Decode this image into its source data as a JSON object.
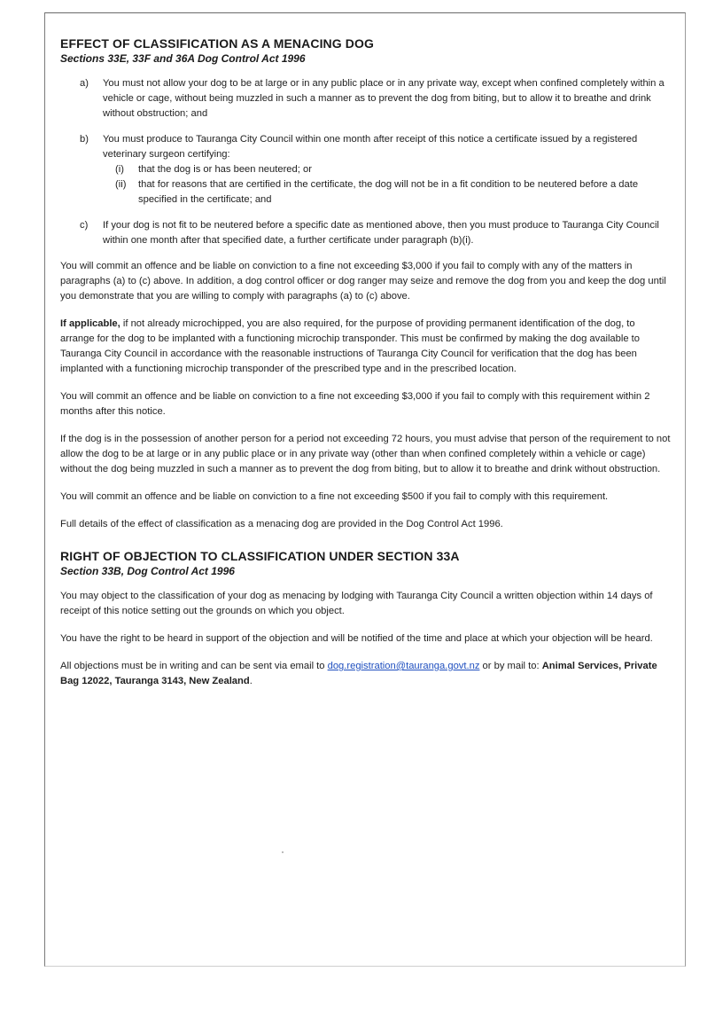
{
  "section1": {
    "heading": "EFFECT OF CLASSIFICATION AS A MENACING DOG",
    "subheading": "Sections 33E, 33F and 36A Dog Control Act 1996",
    "items": [
      {
        "marker": "a)",
        "text": "You must not allow your dog to be at large or in any public place or in any private way, except when confined completely within a vehicle or cage, without being muzzled in such a manner as to prevent the dog from biting, but to allow it to breathe and drink without obstruction; and"
      },
      {
        "marker": "b)",
        "text": "You must produce to Tauranga City Council within one month after receipt of this notice a certificate issued by a registered veterinary surgeon certifying:",
        "subitems": [
          {
            "marker": "(i)",
            "text": "that the dog is or has been neutered; or"
          },
          {
            "marker": "(ii)",
            "text": "that for reasons that are certified in the certificate, the dog will not be in a fit condition to be neutered before a date specified in the certificate; and"
          }
        ]
      },
      {
        "marker": "c)",
        "text": "If your dog is not fit to be neutered before a specific date as mentioned above, then you must produce to Tauranga City Council within one month after that specified date, a further certificate under paragraph (b)(i)."
      }
    ],
    "para_offence_1": "You will commit an offence and be liable on conviction to a fine not exceeding $3,000 if you fail to comply with any of the matters in paragraphs (a) to (c) above. In addition, a dog control officer or dog ranger may seize and remove the dog from you and keep the dog until you demonstrate that you are willing to comply with paragraphs (a) to (c) above.",
    "para_microchip_lead": "If applicable,",
    "para_microchip_rest": " if not already microchipped, you are also required, for the purpose of providing permanent identification of the dog, to arrange for the dog to be implanted with a functioning microchip transponder. This must be confirmed by making the dog available to Tauranga City Council in accordance with the reasonable instructions of Tauranga City Council for verification that the dog has been implanted with a functioning microchip transponder of the prescribed type and in the prescribed location.",
    "para_offence_2": "You will commit an offence and be liable on conviction to a fine not exceeding $3,000 if you fail to comply with this requirement within 2 months after this notice.",
    "para_possession": "If the dog is in the possession of another person for a period not exceeding 72 hours, you must advise that person of the requirement to not allow the dog to be at large or in any public place or in any private way (other than when confined completely within a vehicle or cage) without the dog being muzzled in such a manner as to prevent the dog from biting, but to allow it to breathe and drink without obstruction.",
    "para_offence_3": "You will commit an offence and be liable on conviction to a fine not exceeding $500 if you fail to comply with this requirement.",
    "para_full_details": "Full details of the effect of classification as a menacing dog are provided in the Dog Control Act 1996."
  },
  "section2": {
    "heading": "RIGHT OF OBJECTION TO CLASSIFICATION UNDER SECTION 33A",
    "subheading": "Section 33B, Dog Control Act 1996",
    "para_object": "You may object to the classification of your dog as menacing by lodging with Tauranga City Council a written objection within 14 days of receipt of this notice setting out the grounds on which you object.",
    "para_heard": "You have the right to be heard in support of the objection and will be notified of the time and place at which your objection will be heard.",
    "para_send_pre": "All objections must be in writing and can be sent via email to ",
    "email": "dog.registration@tauranga.govt.nz",
    "para_send_mid": " or by mail to: ",
    "address": "Animal Services, Private Bag 12022, Tauranga 3143, New Zealand",
    "para_send_end": "."
  }
}
